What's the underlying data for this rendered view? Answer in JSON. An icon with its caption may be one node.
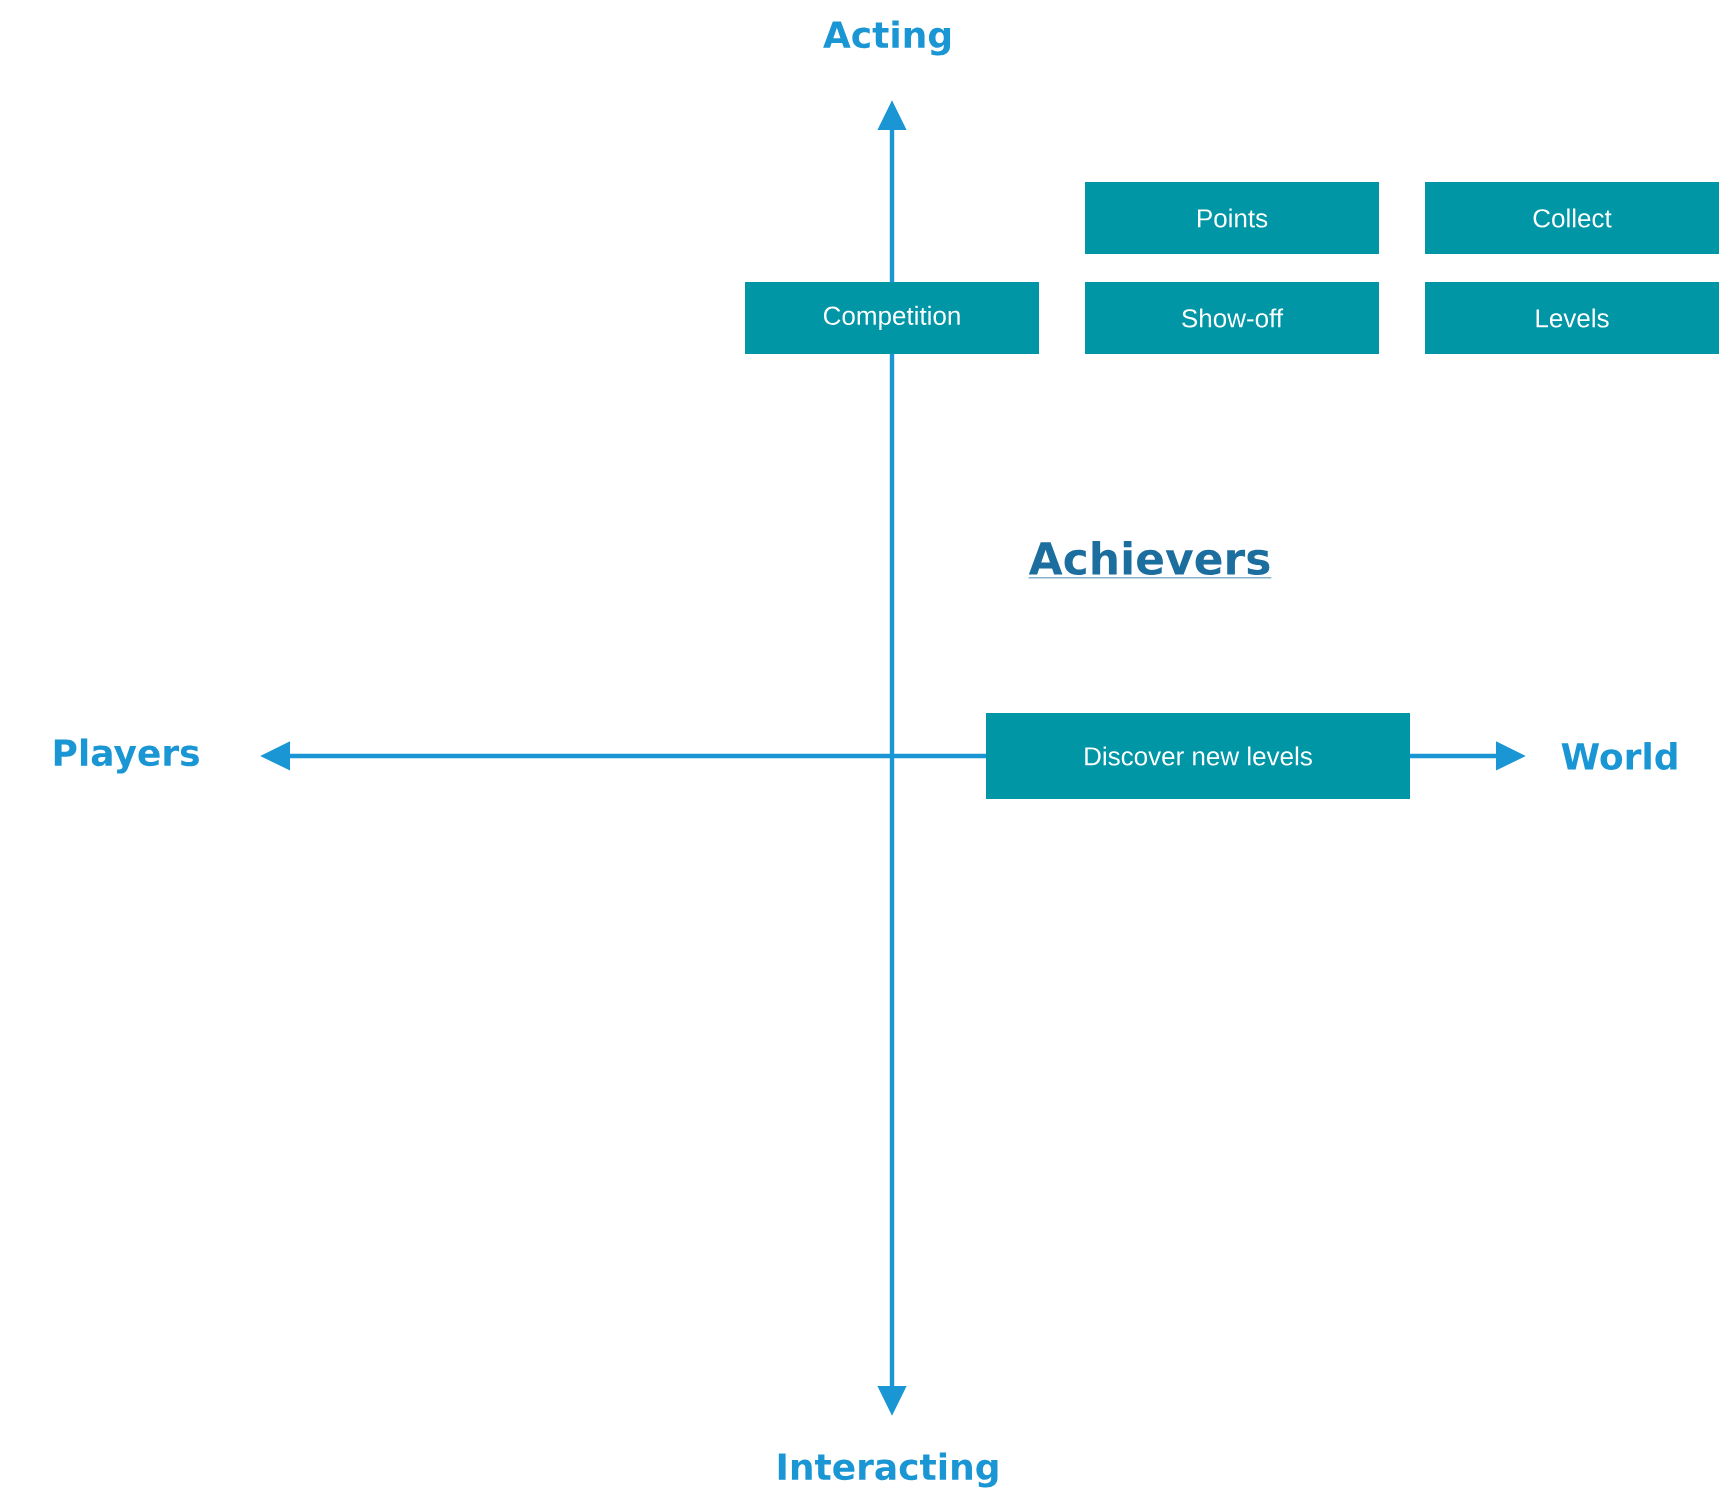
{
  "diagram": {
    "nodes": [
      {
        "text": [
          "Points"
        ]
      },
      {
        "text": [
          "Collect"
        ]
      },
      {
        "text": [
          "Competition"
        ]
      },
      {
        "text": [
          "Show-off"
        ]
      },
      {
        "text": [
          "Levels"
        ]
      },
      {
        "text": [
          "Discover new levels"
        ]
      }
    ],
    "labels": [
      "Acting",
      "Achievers",
      "Players",
      "World",
      "Interacting"
    ]
  }
}
